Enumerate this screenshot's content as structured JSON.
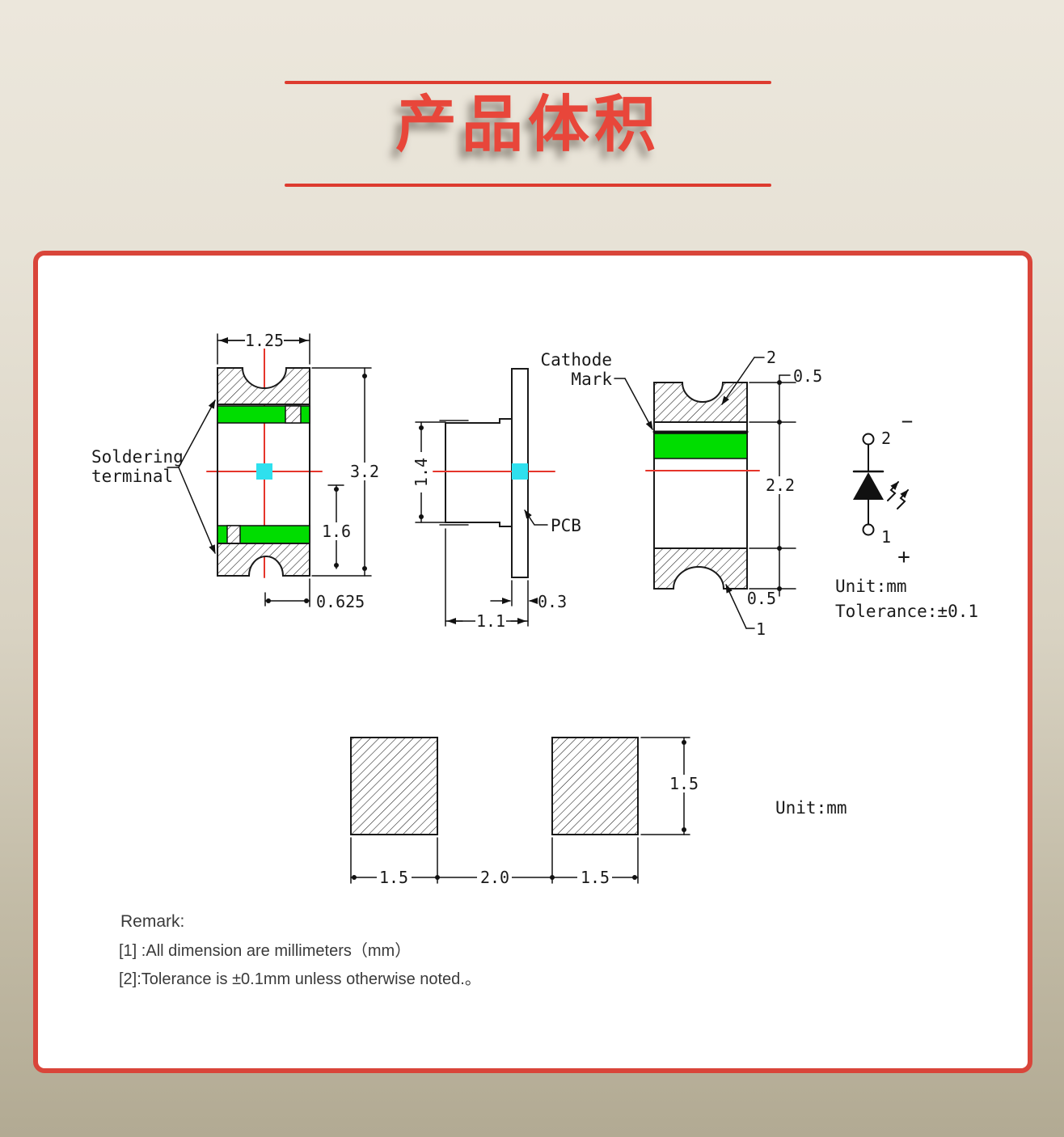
{
  "header": {
    "title": "产品体积"
  },
  "drawing": {
    "front": {
      "label_line1": "Soldering",
      "label_line2": "terminal",
      "dim_width": "1.25",
      "dim_height": "3.2",
      "dim_lower": "1.6",
      "dim_half_width": "0.625"
    },
    "side": {
      "pcb_label": "PCB",
      "dim_height": "1.4",
      "dim_total": "1.1",
      "dim_pcb": "0.3"
    },
    "back": {
      "cathode_line1": "Cathode",
      "cathode_line2": "Mark",
      "pin2": "2",
      "pin1": "1",
      "dim_top": "0.5",
      "dim_mid": "2.2",
      "dim_bottom": "0.5"
    },
    "symbol": {
      "pin2": "2",
      "pin1": "1",
      "minus": "−",
      "plus": "+",
      "unit": "Unit:mm",
      "tolerance": "Tolerance:±0.1"
    },
    "pads": {
      "dim_left": "1.5",
      "dim_gap": "2.0",
      "dim_right": "1.5",
      "dim_height": "1.5",
      "unit": "Unit:mm"
    },
    "remark": {
      "title": "Remark:",
      "line1": "[1] :All dimension are millimeters（mm）",
      "line2": "[2]:Tolerance is ±0.1mm unless otherwise noted.。"
    }
  },
  "colors": {
    "accent_red": "#d9453a",
    "terminal_green": "#00dd00",
    "centerline_red": "#e5352b",
    "center_cyan": "#2ee0ee"
  }
}
